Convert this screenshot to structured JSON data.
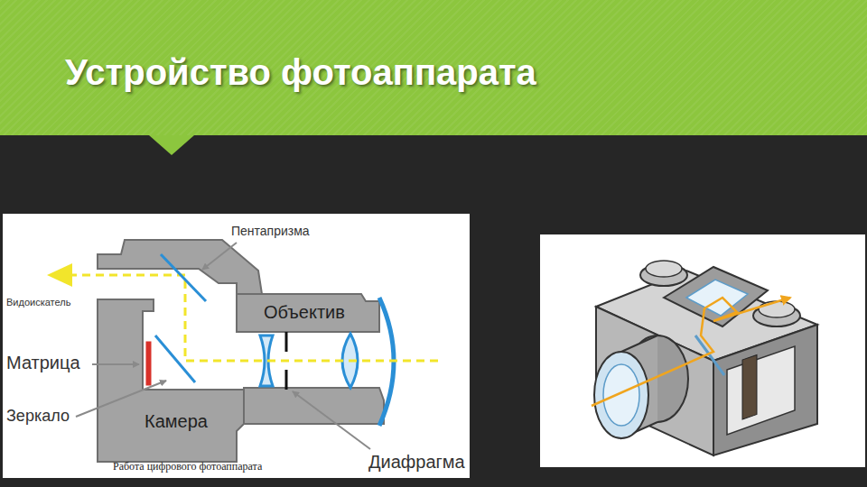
{
  "diagram": {
    "title": "Устройство фотоаппарата",
    "caption": "Работа цифрового фотоаппарата",
    "labels": [
      "Пентапризма",
      "Видоискатель",
      "Объектив",
      "Матрица",
      "Зеркало",
      "Камера",
      "Диафрагма"
    ]
  }
}
